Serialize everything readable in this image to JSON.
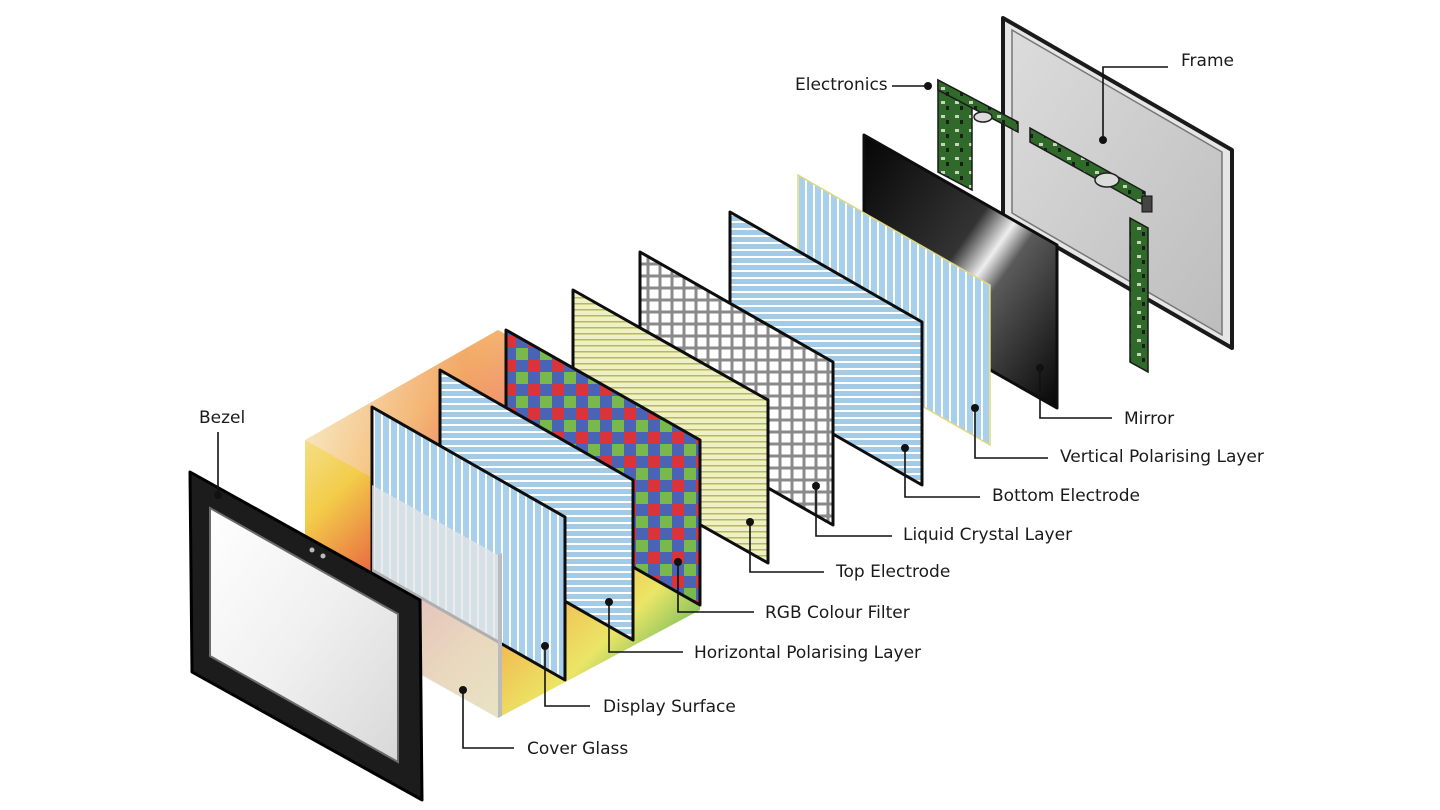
{
  "labels": {
    "frame": "Frame",
    "electronics": "Electronics",
    "mirror": "Mirror",
    "vertical_polarising_layer": "Vertical Polarising Layer",
    "bottom_electrode": "Bottom Electrode",
    "liquid_crystal_layer": "Liquid Crystal Layer",
    "top_electrode": "Top Electrode",
    "rgb_colour_filter": "RGB Colour Filter",
    "horizontal_polarising_layer": "Horizontal Polarising Layer",
    "display_surface": "Display Surface",
    "cover_glass": "Cover Glass",
    "bezel": "Bezel"
  },
  "colors": {
    "bezel": "#1c1c1c",
    "glass": "#f1f1f1",
    "polariser_blue": "#9cc8e3",
    "filter_red": "#d8343a",
    "filter_green": "#79b84a",
    "filter_blue": "#4a63b5",
    "electrode_yellow": "#e4e39a",
    "lc_grid": "#d7d7d7",
    "mirror_dark": "#101010",
    "frame_grey": "#c9c9c9",
    "pcb_green": "#2f6a2a"
  }
}
